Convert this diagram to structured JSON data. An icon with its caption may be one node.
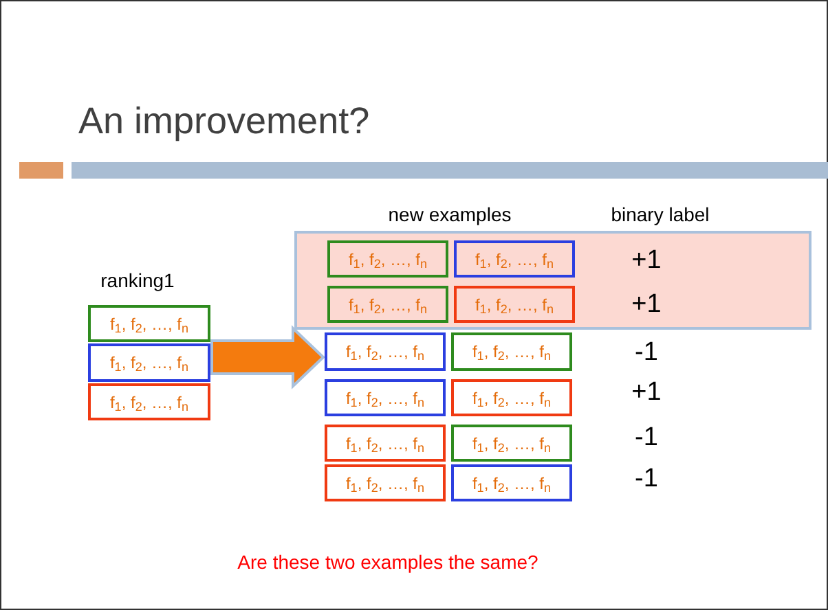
{
  "diagram": {
    "title": "An improvement?",
    "caption": "Are these two examples the same?",
    "nodes": [
      {
        "text": [
          "f$_{1}$, f$_{2}$, …, f$_{n}$"
        ]
      },
      {
        "text": [
          "f$_{1}$, f$_{2}$, …, f$_{n}$"
        ]
      },
      {
        "text": [
          "f$_{1}$, f$_{2}$, …, f$_{n}$"
        ]
      },
      {
        "text": [],
        "shape": "box"
      },
      {
        "text": [
          "f$_{1}$, f$_{2}$, …, f$_{n}$"
        ],
        "in": 3
      },
      {
        "text": [
          "f$_{1}$, f$_{2}$, …, f$_{n}$"
        ],
        "in": 3
      },
      {
        "text": [
          "f$_{1}$, f$_{2}$, …, f$_{n}$"
        ],
        "in": 3
      },
      {
        "text": [
          "f$_{1}$, f$_{2}$, …, f$_{n}$"
        ],
        "in": 3
      },
      {
        "text": [
          "f$_{1}$, f$_{2}$, …, f$_{n}$"
        ]
      },
      {
        "text": [
          "f$_{1}$, f$_{2}$, …, f$_{n}$"
        ]
      },
      {
        "text": [
          "f$_{1}$, f$_{2}$, …, f$_{n}$"
        ]
      },
      {
        "text": [
          "f$_{1}$, f$_{2}$, …, f$_{n}$"
        ]
      },
      {
        "text": [
          "f$_{1}$, f$_{2}$, …, f$_{n}$"
        ]
      },
      {
        "text": [
          "f$_{1}$, f$_{2}$, …, f$_{n}$"
        ]
      },
      {
        "text": [
          "f$_{1}$, f$_{2}$, …, f$_{n}$"
        ]
      },
      {
        "text": [
          "f$_{1}$, f$_{2}$, …, f$_{n}$"
        ]
      }
    ],
    "edges": [
      {
        "from": 1,
        "to": 8,
        "arrow": "to",
        "style": "thick"
      }
    ],
    "labels": [
      "ranking1",
      "new examples",
      "binary label",
      "+1",
      "+1",
      "-1",
      "+1",
      "-1",
      "-1"
    ]
  }
}
